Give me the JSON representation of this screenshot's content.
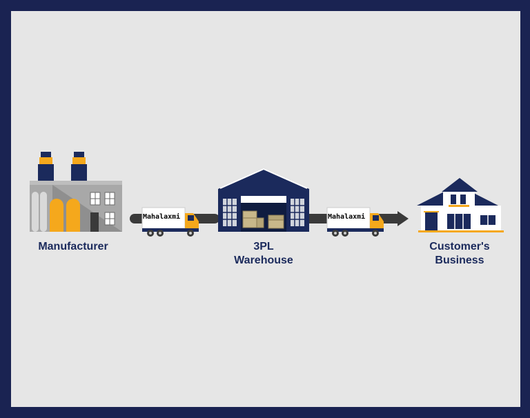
{
  "nodes": {
    "manufacturer": {
      "label": "Manufacturer"
    },
    "warehouse": {
      "label": "3PL\nWarehouse"
    },
    "customer": {
      "label": "Customer's\nBusiness"
    }
  },
  "trucks": [
    {
      "brand": "Mahalaxmi"
    },
    {
      "brand": "Mahalaxmi"
    }
  ],
  "colors": {
    "navy": "#1b2a5c",
    "orange": "#f5a81c",
    "grey": "#9b9b9b",
    "road": "#3a3a3a",
    "background": "#e6e6e6",
    "border": "#1a2352"
  }
}
